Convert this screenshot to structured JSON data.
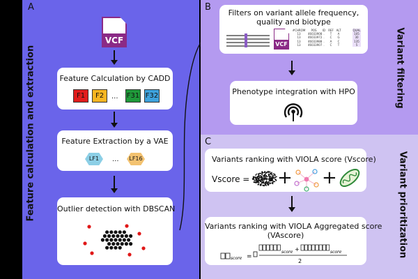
{
  "panel_a": {
    "letter": "A",
    "title": "Feature calculation and extraction",
    "vcf_label": "VCF",
    "cadd_box": {
      "title": "Feature Calculation by CADD",
      "chips": [
        "F1",
        "F2",
        "...",
        "F31",
        "F32"
      ]
    },
    "vae_box": {
      "title": "Feature Extraction by a VAE",
      "latent": [
        "LF1",
        "...",
        "LF16"
      ]
    },
    "dbscan_box": {
      "title": "Outlier detection with DBSCAN"
    }
  },
  "panel_b": {
    "letter": "B",
    "title": "Variant filtering",
    "filter_box": {
      "title_line1": "Filters on variant allele frequency,",
      "title_line2": "quality and biotype"
    },
    "table": {
      "headers": [
        "#CHROM",
        "POS",
        "ID",
        "REF",
        "ALT",
        "",
        "QUAL"
      ],
      "rows": [
        [
          "13",
          "46033908",
          ".",
          "T",
          "A",
          "",
          "105"
        ],
        [
          "13",
          "46033972",
          ".",
          "C",
          "G",
          "",
          "30"
        ],
        [
          "13",
          "46033988",
          ".",
          "A",
          "C",
          "",
          "135"
        ],
        [
          "13",
          "46033907",
          ".",
          "C",
          "T",
          "",
          "5"
        ]
      ]
    },
    "hpo_box": {
      "title": "Phenotype integration with HPO"
    }
  },
  "panel_c": {
    "letter": "C",
    "title": "Variant prioritization",
    "vscore_box": {
      "title": "Variants ranking with VIOLA score (Vscore)",
      "lhs": "Vscore =",
      "plus": "+"
    },
    "vascore_box": {
      "title_line1": "Variants ranking with VIOLA Aggregated score",
      "title_line2": "(VAscore)",
      "formula_sub": "score",
      "formula_plus": "+",
      "formula_denominator": "2"
    }
  },
  "colors": {
    "panel_a": "#6a64ea",
    "panel_b": "#b49af0",
    "panel_c": "#cfc3f2",
    "vcf": "#8b2a86"
  }
}
